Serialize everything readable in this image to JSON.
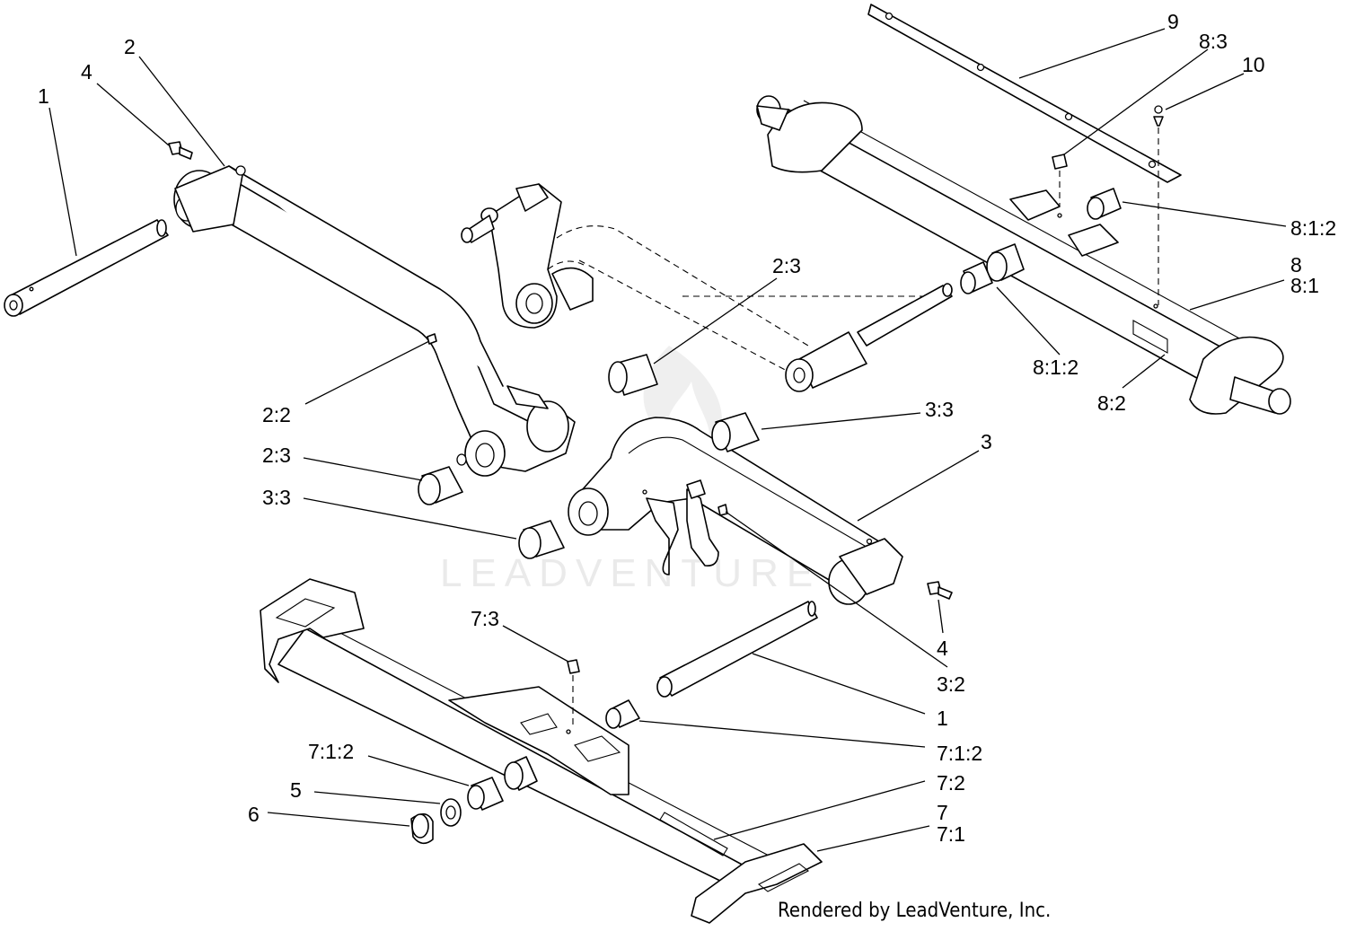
{
  "labels": {
    "l1_top": "1",
    "l4_top": "4",
    "l2": "2",
    "l9": "9",
    "l8_3": "8:3",
    "l10": "10",
    "l8_1_2_right": "8:1:2",
    "l8": "8",
    "l8_1": "8:1",
    "l2_3_upper": "2:3",
    "l8_1_2_mid": "8:1:2",
    "l8_2": "8:2",
    "l2_2": "2:2",
    "l3_3_right": "3:3",
    "l3": "3",
    "l2_3_left": "2:3",
    "l3_3_left": "3:3",
    "l4_right": "4",
    "l3_2": "3:2",
    "l1_bottom": "1",
    "l7_3": "7:3",
    "l7_1_2_right": "7:1:2",
    "l7_1_2_left": "7:1:2",
    "l7_2": "7:2",
    "l5": "5",
    "l6": "6",
    "l7": "7",
    "l7_1": "7:1"
  },
  "watermark": "LEADVENTURE",
  "footer": "Rendered by LeadVenture, Inc."
}
